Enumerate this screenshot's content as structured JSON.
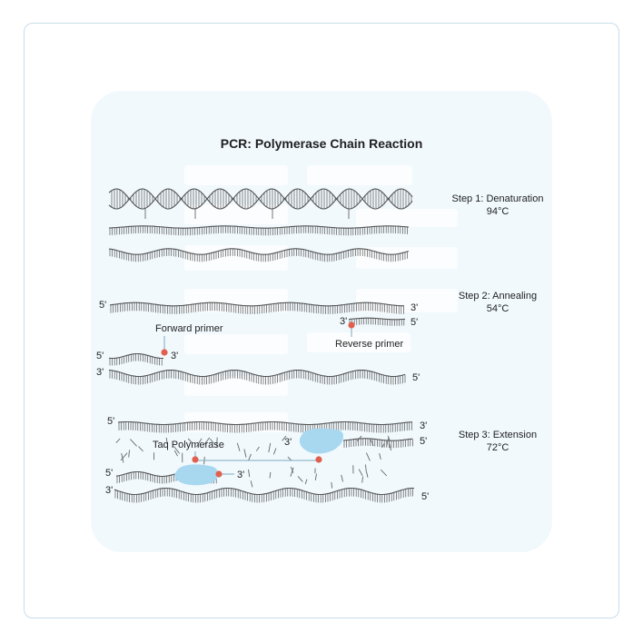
{
  "title": "PCR: Polymerase Chain Reaction",
  "steps": [
    {
      "name": "Step 1: Denaturation",
      "temp": "94°C"
    },
    {
      "name": "Step 2: Annealing",
      "temp": "54°C"
    },
    {
      "name": "Step 3: Extension",
      "temp": "72°C"
    }
  ],
  "labels": {
    "forward_primer": "Forward primer",
    "reverse_primer": "Reverse primer",
    "taq_polymerase": "Taq Polymerase"
  },
  "ends": {
    "five_prime": "5'",
    "three_prime": "3'"
  },
  "colors": {
    "strand": "#555555",
    "marker": "#e0604f",
    "enzyme": "#a8d8f0",
    "panel": "#f1f9fd",
    "frame": "#c9dcea"
  }
}
